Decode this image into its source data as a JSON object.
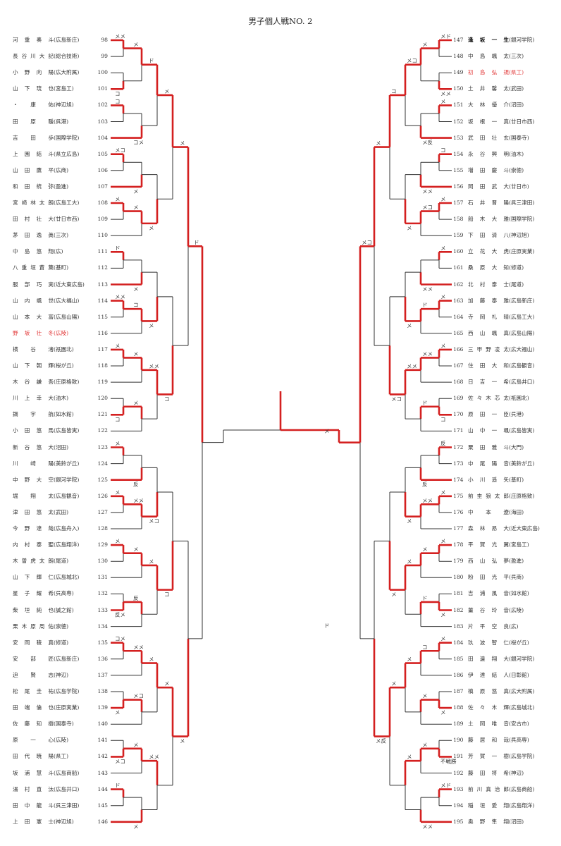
{
  "title": "男子個人戦NO. 2",
  "colors": {
    "win": "#d42020",
    "line": "#333333",
    "highlight": "#e23a3a"
  },
  "left": [
    {
      "no": "98",
      "name": "河重奏斗",
      "school": "(広島新庄)"
    },
    {
      "no": "99",
      "name": "長谷川大記",
      "school": "(総合技術)"
    },
    {
      "no": "100",
      "name": "小野向陽",
      "school": "(広大附属)"
    },
    {
      "no": "101",
      "name": "山下琉也",
      "school": "(宮島工)"
    },
    {
      "no": "102",
      "name": "・康佑",
      "school": "(神辺旭)"
    },
    {
      "no": "103",
      "name": "田原暖",
      "school": "(呉港)"
    },
    {
      "no": "104",
      "name": "吉田歩",
      "school": "(国際学院)"
    },
    {
      "no": "105",
      "name": "上園結斗",
      "school": "(県立広島)"
    },
    {
      "no": "106",
      "name": "山田鷹平",
      "school": "(広商)"
    },
    {
      "no": "107",
      "name": "和田統弥",
      "school": "(盈進)"
    },
    {
      "no": "108",
      "name": "宮崎林太朗",
      "school": "(広島工大)"
    },
    {
      "no": "109",
      "name": "田村壮大",
      "school": "(廿日市西)"
    },
    {
      "no": "110",
      "name": "茅田逸眞",
      "school": "(三次)"
    },
    {
      "no": "111",
      "name": "中島悠翔",
      "school": "(広)"
    },
    {
      "no": "112",
      "name": "八重垣蒼葉",
      "school": "(基町)"
    },
    {
      "no": "113",
      "name": "服部巧実",
      "school": "(近大東広島)"
    },
    {
      "no": "114",
      "name": "山内颯世",
      "school": "(広大福山)"
    },
    {
      "no": "115",
      "name": "山本大富",
      "school": "(広島山陽)"
    },
    {
      "no": "116",
      "name": "野坂壮冬",
      "school": "(広陵)",
      "highlight": true
    },
    {
      "no": "117",
      "name": "横谷渚",
      "school": "(祇園北)"
    },
    {
      "no": "118",
      "name": "山下朝輝",
      "school": "(桜が丘)"
    },
    {
      "no": "119",
      "name": "木谷謙吾",
      "school": "(庄原格致)"
    },
    {
      "no": "120",
      "name": "川上幸大",
      "school": "(油木)"
    },
    {
      "no": "121",
      "name": "鋼宇航",
      "school": "(如水館)"
    },
    {
      "no": "122",
      "name": "小田悠馬",
      "school": "(広島皆実)"
    },
    {
      "no": "123",
      "name": "新谷悠大",
      "school": "(沼田)"
    },
    {
      "no": "124",
      "name": "川崎陽",
      "school": "(美鈴が丘)"
    },
    {
      "no": "125",
      "name": "中野大空",
      "school": "(銀河学院)"
    },
    {
      "no": "126",
      "name": "堀翔太",
      "school": "(広島観音)"
    },
    {
      "no": "127",
      "name": "津田悠太",
      "school": "(武田)"
    },
    {
      "no": "128",
      "name": "今野達哉",
      "school": "(広島舟入)"
    },
    {
      "no": "129",
      "name": "内村泰聖",
      "school": "(広島翔洋)"
    },
    {
      "no": "130",
      "name": "木曽虎太朗",
      "school": "(尾道)"
    },
    {
      "no": "131",
      "name": "山下輝仁",
      "school": "(広島城北)"
    },
    {
      "no": "132",
      "name": "星子耀希",
      "school": "(呉高専)"
    },
    {
      "no": "133",
      "name": "柴垣純也",
      "school": "(誠之館)"
    },
    {
      "no": "134",
      "name": "栗木原周佑",
      "school": "(崇徳)"
    },
    {
      "no": "135",
      "name": "安岡稜真",
      "school": "(修道)"
    },
    {
      "no": "136",
      "name": "安部匠",
      "school": "(広島新庄)"
    },
    {
      "no": "137",
      "name": "迫賢志",
      "school": "(神辺)"
    },
    {
      "no": "138",
      "name": "松尾圭祐",
      "school": "(広島学院)"
    },
    {
      "no": "139",
      "name": "田端倫也",
      "school": "(庄原実業)"
    },
    {
      "no": "140",
      "name": "佐藤知樹",
      "school": "(国泰寺)"
    },
    {
      "no": "141",
      "name": "原一心",
      "school": "(広陵)"
    },
    {
      "no": "142",
      "name": "田代暁陽",
      "school": "(県工)"
    },
    {
      "no": "143",
      "name": "坂浦慧斗",
      "school": "(広島商船)"
    },
    {
      "no": "144",
      "name": "湯村直汰",
      "school": "(広島井口)"
    },
    {
      "no": "145",
      "name": "田中龍斗",
      "school": "(呉三津田)"
    },
    {
      "no": "146",
      "name": "上田憲士",
      "school": "(神辺旭)"
    }
  ],
  "right": [
    {
      "no": "147",
      "name": "逢坂一生",
      "school": "(銀河学院)",
      "bold": true
    },
    {
      "no": "148",
      "name": "中島颯太",
      "school": "(三次)"
    },
    {
      "no": "149",
      "name": "初島弘規",
      "school": "(県工)",
      "highlight": true
    },
    {
      "no": "150",
      "name": "土井馨太",
      "school": "(武田)"
    },
    {
      "no": "151",
      "name": "大林優介",
      "school": "(沼田)"
    },
    {
      "no": "152",
      "name": "坂根一真",
      "school": "(廿日市西)"
    },
    {
      "no": "153",
      "name": "武田壮玄",
      "school": "(国泰寺)"
    },
    {
      "no": "154",
      "name": "永谷興明",
      "school": "(油木)"
    },
    {
      "no": "155",
      "name": "増田慶斗",
      "school": "(崇徳)"
    },
    {
      "no": "156",
      "name": "岡田武大",
      "school": "(廿日市)"
    },
    {
      "no": "157",
      "name": "石井晋陽",
      "school": "(呉三津田)"
    },
    {
      "no": "158",
      "name": "船木大雅",
      "school": "(国際学院)"
    },
    {
      "no": "159",
      "name": "下田清八",
      "school": "(神辺旭)"
    },
    {
      "no": "160",
      "name": "立花大虎",
      "school": "(庄原実業)"
    },
    {
      "no": "161",
      "name": "桑原大知",
      "school": "(修道)"
    },
    {
      "no": "162",
      "name": "北村泰士",
      "school": "(尾道)"
    },
    {
      "no": "163",
      "name": "加藤泰雅",
      "school": "(広島新庄)"
    },
    {
      "no": "164",
      "name": "寺岡礼晴",
      "school": "(広島工大)"
    },
    {
      "no": "165",
      "name": "西山颯真",
      "school": "(広島山陽)"
    },
    {
      "no": "166",
      "name": "三甲野凌太",
      "school": "(広大福山)"
    },
    {
      "no": "167",
      "name": "住田大和",
      "school": "(広島観音)"
    },
    {
      "no": "168",
      "name": "日吉一希",
      "school": "(広島井口)"
    },
    {
      "no": "169",
      "name": "佐々木芯太",
      "school": "(祇園北)"
    },
    {
      "no": "170",
      "name": "原田一臣",
      "school": "(呉港)"
    },
    {
      "no": "171",
      "name": "山中一颯",
      "school": "(広島皆実)"
    },
    {
      "no": "172",
      "name": "粟田雅斗",
      "school": "(大門)"
    },
    {
      "no": "173",
      "name": "中尾陽音",
      "school": "(美鈴が丘)"
    },
    {
      "no": "174",
      "name": "小川遥矢",
      "school": "(基町)"
    },
    {
      "no": "175",
      "name": "前杢狼太郎",
      "school": "(庄原格致)"
    },
    {
      "no": "176",
      "name": "中本遼",
      "school": "(海田)"
    },
    {
      "no": "177",
      "name": "森林昂大",
      "school": "(近大東広島)"
    },
    {
      "no": "178",
      "name": "平賀光翼",
      "school": "(宮島工)"
    },
    {
      "no": "179",
      "name": "西山弘夢",
      "school": "(盈進)"
    },
    {
      "no": "180",
      "name": "粉田光平",
      "school": "(呉商)"
    },
    {
      "no": "181",
      "name": "吉浦風音",
      "school": "(如水館)"
    },
    {
      "no": "182",
      "name": "薑谷玲音",
      "school": "(広陵)"
    },
    {
      "no": "183",
      "name": "片平空良",
      "school": "(広)"
    },
    {
      "no": "184",
      "name": "玖波智仁",
      "school": "(桜が丘)"
    },
    {
      "no": "185",
      "name": "田邊翔大",
      "school": "(銀河学院)"
    },
    {
      "no": "186",
      "name": "伊達結人",
      "school": "(日彰館)"
    },
    {
      "no": "187",
      "name": "槙原悠真",
      "school": "(広大附属)"
    },
    {
      "no": "188",
      "name": "佐々木輝",
      "school": "(広島城北)"
    },
    {
      "no": "189",
      "name": "土岡唯音",
      "school": "(安古市)"
    },
    {
      "no": "190",
      "name": "藤居和哉",
      "school": "(呉高専)"
    },
    {
      "no": "191",
      "name": "芳賀一樹",
      "school": "(広島学院)"
    },
    {
      "no": "192",
      "name": "藤田将希",
      "school": "(神辺)"
    },
    {
      "no": "193",
      "name": "前川真治郎",
      "school": "(広島商船)"
    },
    {
      "no": "194",
      "name": "稲垣愛翔",
      "school": "(広島翔洋)"
    },
    {
      "no": "195",
      "name": "奥野隼翔",
      "school": "(沼田)"
    }
  ],
  "marks": {
    "fusen": "不戦勝",
    "left": [
      "メメ",
      "コ",
      "メ",
      "コ",
      "コメ",
      "ド",
      "メコ",
      "メ",
      "メ",
      "メ",
      "メ",
      "メ",
      "ド",
      "メ",
      "メメ",
      "コ",
      "メ",
      "メ",
      "メ",
      "コ",
      "メ",
      "メメ",
      "コ",
      "メ",
      "メ",
      "反",
      "メ",
      "メメ",
      "メコ",
      "メ",
      "メ",
      "反メ",
      "反",
      "メ",
      "コ",
      "コメ",
      "メメ",
      "メ",
      "メコ",
      "メ",
      "メコ",
      "メ",
      "ド",
      "メ",
      "メメ",
      "メ",
      "メ",
      "ド",
      "メ",
      "ド",
      "メ"
    ],
    "right": [
      "メド",
      "メメ",
      "メ",
      "メ",
      "メ反",
      "メコ",
      "コ",
      "メメ",
      "メ",
      "メコ",
      "メ",
      "コ",
      "メ",
      "メメ",
      "メ",
      "ド",
      "メ",
      "メ",
      "メメ",
      "コ",
      "ド",
      "メメ",
      "メコ",
      "メ",
      "反",
      "反",
      "メ",
      "メメ",
      "メ",
      "メ",
      "メ",
      "メ",
      "ド",
      "メ",
      "メ",
      "メ",
      "コ",
      "メ",
      "メ",
      "メ",
      "不戦勝",
      "メ"
    ],
    "center": [
      "メ",
      "ド"
    ]
  }
}
